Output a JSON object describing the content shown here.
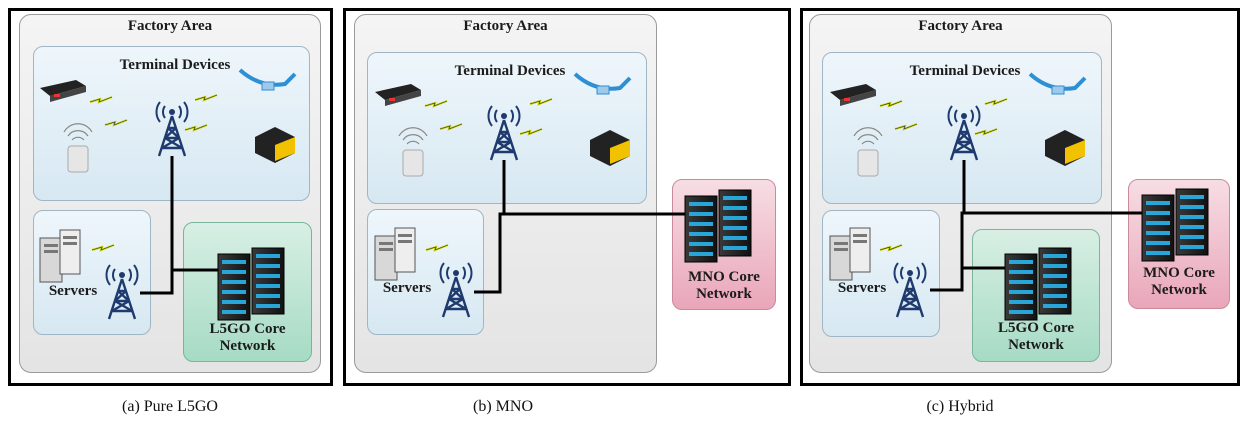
{
  "panels": [
    {
      "factory_label": "Factory Area",
      "terminal_label": "Terminal Devices",
      "servers_label": "Servers",
      "core_label_1": "L5GO Core",
      "core_label_2": "Network",
      "caption": "(a) Pure L5GO"
    },
    {
      "factory_label": "Factory Area",
      "terminal_label": "Terminal Devices",
      "servers_label": "Servers",
      "core_label_1": "MNO Core",
      "core_label_2": "Network",
      "caption": "(b) MNO"
    },
    {
      "factory_label": "Factory Area",
      "terminal_label": "Terminal Devices",
      "servers_label": "Servers",
      "core_label_1": "L5GO Core",
      "core_label_2": "Network",
      "mno_label_1": "MNO Core",
      "mno_label_2": "Network",
      "caption": "(c) Hybrid"
    }
  ],
  "colors": {
    "tower": "#1f3a6e",
    "wireless": "#c8d400",
    "l5go_core": "#a6dbc4",
    "mno_core": "#e9a6b9"
  }
}
